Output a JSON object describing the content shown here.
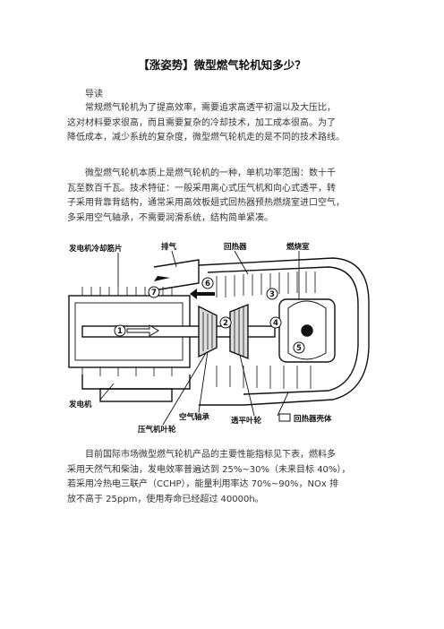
{
  "article": {
    "title": "【涨姿势】微型燃气轮机知多少？",
    "lead_label": "导读",
    "intro_lines": [
      "常规燃气轮机为了提高效率，需要追求高透平初温以及大压比，",
      "这对材料要求很高，而且需要复杂的冷却技术，加工成本很高。为了",
      "降低成本，减少系统的复杂度，微型燃气轮机走的是不同的技术路线。"
    ],
    "body_lines": [
      "微型燃气轮机本质上是燃气轮机的一种，单机功率范围：数十千",
      "瓦至数百千瓦。技术特征：一般采用离心式压气机和向心式透平，转",
      "子采用背靠背结构，通常采用高效板翅式回热器预热燃烧室进口空气，",
      "多采用空气轴承，不需要润滑系统，结构简单紧凑。"
    ],
    "closing_lines": [
      "目前国际市场微型燃气轮机产品的主要性能指标见下表，燃料多",
      "采用天然气和柴油，发电效率普遍达到 25%~30%（未来目标 40%），",
      "若采用冷热电三联产（CCHP），能量利用率达 70%~90%，NOx 排",
      "放不高于 25ppm，使用寿命已经超过 40000h。"
    ]
  },
  "figure": {
    "labels": {
      "cooling_fins": "发电机冷却筋片",
      "exhaust": "排气",
      "recuperator": "回热器",
      "combustor": "燃烧室",
      "generator": "发电机",
      "air_bearing": "空气轴承",
      "turbine": "透平叶轮",
      "recuperator_shell": "回热器壳体",
      "compressor_impeller": "压气机叶轮"
    },
    "arrow_numbers": [
      "1",
      "2",
      "7",
      "6",
      "3",
      "4",
      "5"
    ]
  }
}
